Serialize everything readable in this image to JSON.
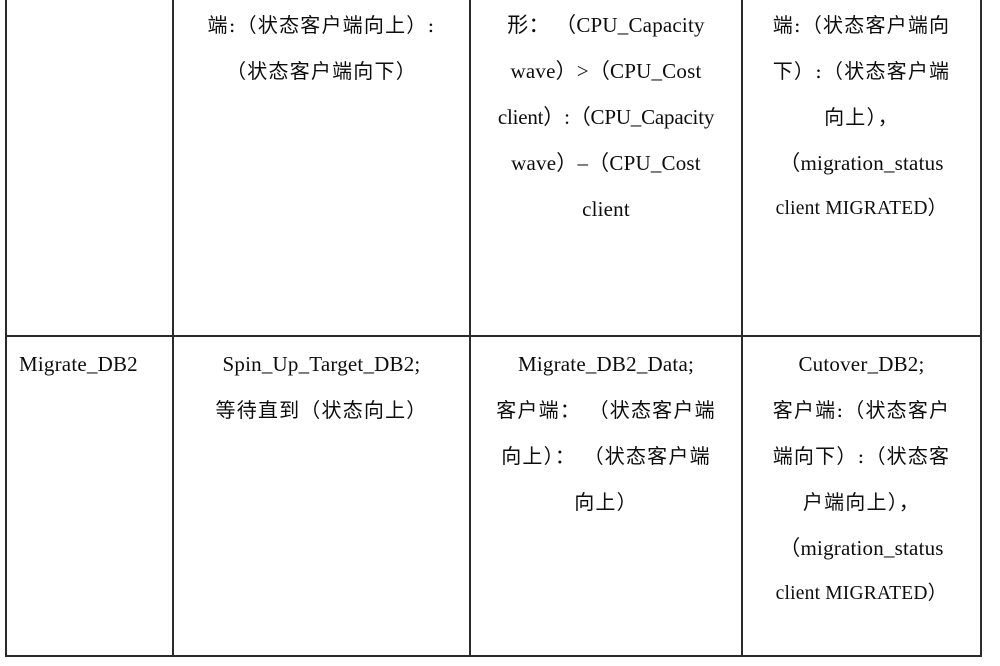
{
  "document": {
    "type": "scanned-table",
    "page_background": "#ffffff",
    "ink_color": "#0d0d0d",
    "border_color": "#2b2b2b",
    "note_top_row_is_cropped": true
  },
  "table": {
    "column_count": 4,
    "row_count": 2,
    "rows": [
      {
        "id": "row-continued",
        "cells": [
          {
            "id": "r1c1",
            "align": "left",
            "lines": []
          },
          {
            "id": "r1c2",
            "align": "center",
            "lines": [
              "端:（状态客户端向上）:",
              "（状态客户端向下）"
            ]
          },
          {
            "id": "r1c3",
            "align": "center",
            "lines": [
              "形： （CPU_Capacity",
              "wave）>（CPU_Cost",
              "client）:（CPU_Capacity",
              "wave）–（CPU_Cost",
              "client"
            ]
          },
          {
            "id": "r1c4",
            "align": "center",
            "lines": [
              "端:（状态客户端向",
              "下）:（状态客户端",
              "向上），",
              "（migration_status",
              "client MIGRATED）"
            ]
          }
        ]
      },
      {
        "id": "row-migrate-db2",
        "cells": [
          {
            "id": "r2c1",
            "align": "left",
            "lines": [
              "Migrate_DB2"
            ]
          },
          {
            "id": "r2c2",
            "align": "center",
            "lines": [
              "Spin_Up_Target_DB2;",
              "等待直到（状态向上）"
            ]
          },
          {
            "id": "r2c3",
            "align": "center",
            "lines": [
              "Migrate_DB2_Data;",
              "客户端： （状态客户端",
              "向上）： （状态客户端",
              "向上）"
            ]
          },
          {
            "id": "r2c4",
            "align": "center",
            "lines": [
              "Cutover_DB2;",
              "客户端:（状态客户",
              "端向下）:（状态客",
              "户端向上），",
              "（migration_status",
              "client MIGRATED）"
            ]
          }
        ]
      }
    ]
  }
}
